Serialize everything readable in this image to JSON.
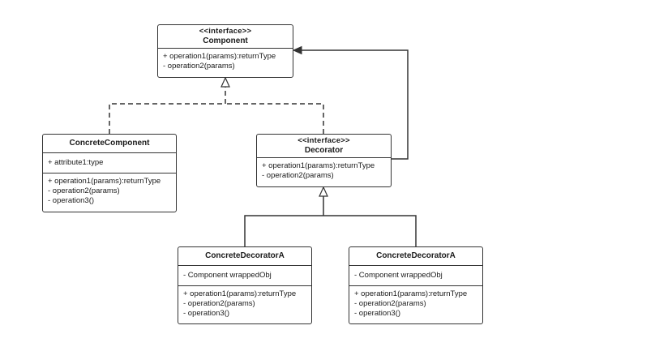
{
  "classes": {
    "component": {
      "stereotype": "<<interface>>",
      "name": "Component",
      "sections": [
        [
          "+ operation1(params):returnType",
          "- operation2(params)"
        ]
      ]
    },
    "concrete_component": {
      "name": "ConcreteComponent",
      "sections": [
        [
          "+ attribute1:type"
        ],
        [
          "+ operation1(params):returnType",
          "- operation2(params)",
          "- operation3()"
        ]
      ]
    },
    "decorator": {
      "stereotype": "<<interface>>",
      "name": "Decorator",
      "sections": [
        [
          "+ operation1(params):returnType",
          "- operation2(params)"
        ]
      ]
    },
    "concrete_decorator_a1": {
      "name": "ConcreteDecoratorA",
      "sections": [
        [
          "- Component wrappedObj"
        ],
        [
          "+ operation1(params):returnType",
          "- operation2(params)",
          "- operation3()"
        ]
      ]
    },
    "concrete_decorator_a2": {
      "name": "ConcreteDecoratorA",
      "sections": [
        [
          "- Component wrappedObj"
        ],
        [
          "+ operation1(params):returnType",
          "- operation2(params)",
          "- operation3()"
        ]
      ]
    }
  },
  "relationships": [
    {
      "from": "concrete_component",
      "to": "component",
      "kind": "realization"
    },
    {
      "from": "decorator",
      "to": "component",
      "kind": "realization"
    },
    {
      "from": "decorator",
      "to": "component",
      "kind": "association"
    },
    {
      "from": "concrete_decorator_a1",
      "to": "decorator",
      "kind": "generalization"
    },
    {
      "from": "concrete_decorator_a2",
      "to": "decorator",
      "kind": "generalization"
    }
  ]
}
